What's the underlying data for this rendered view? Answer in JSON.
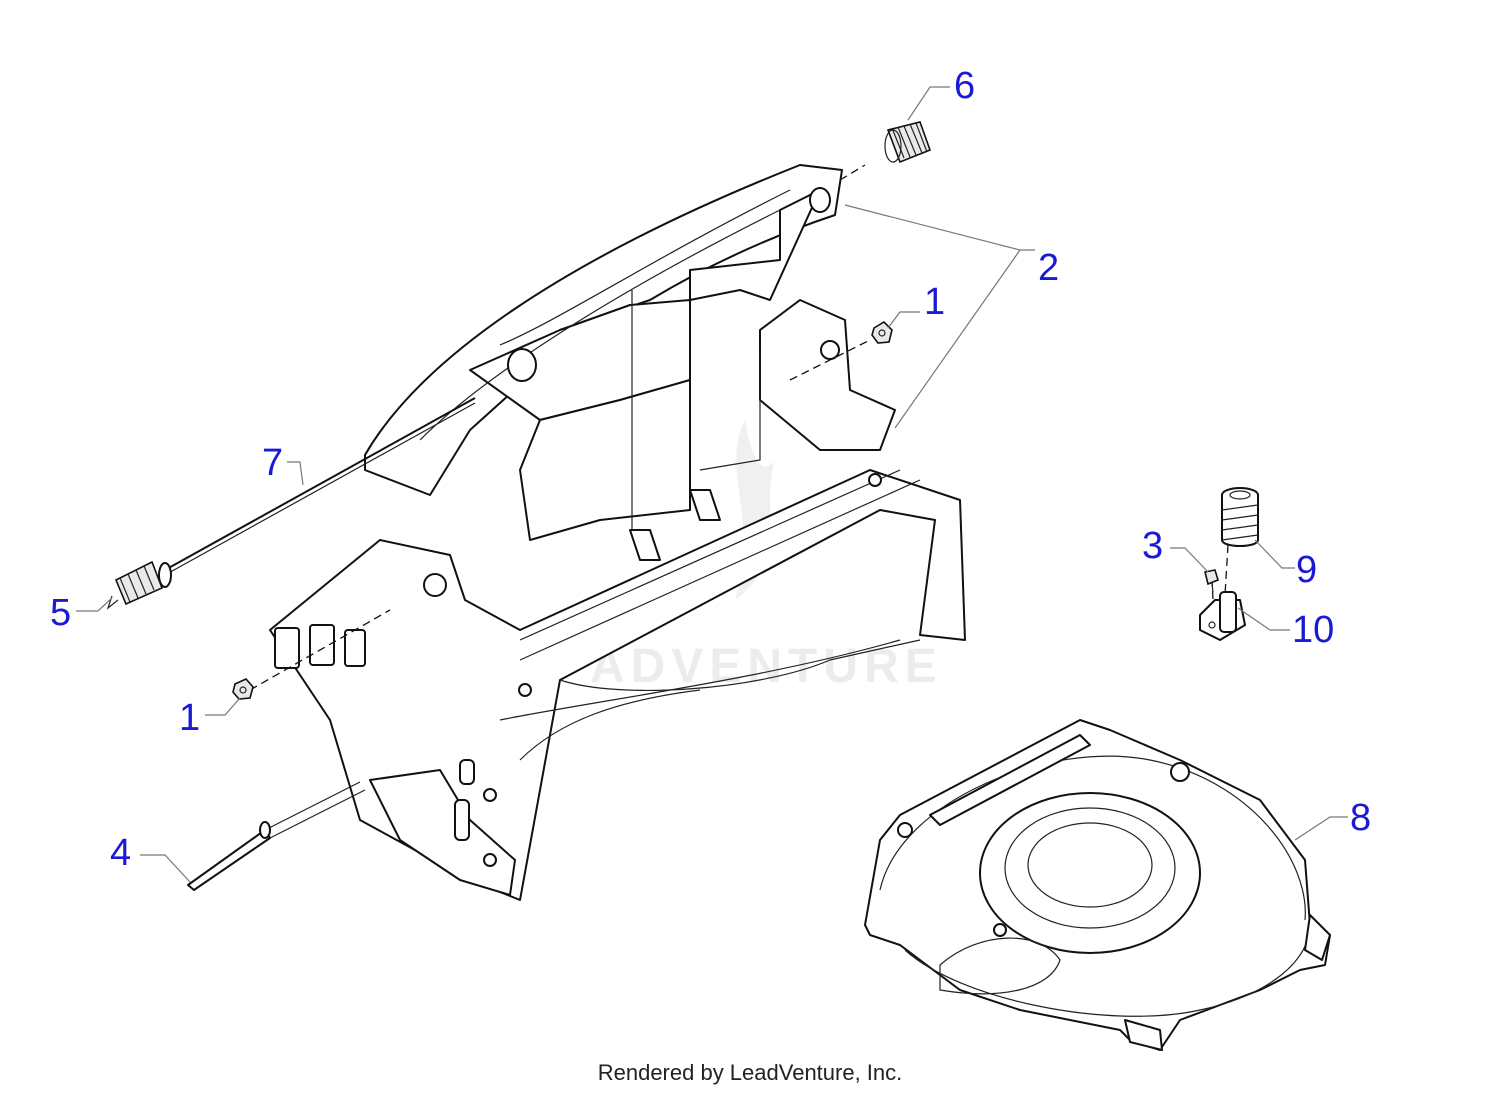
{
  "callouts": [
    {
      "label": "1"
    },
    {
      "label": "1"
    },
    {
      "label": "2"
    },
    {
      "label": "3"
    },
    {
      "label": "4"
    },
    {
      "label": "5"
    },
    {
      "label": "6"
    },
    {
      "label": "7"
    },
    {
      "label": "8"
    },
    {
      "label": "9"
    },
    {
      "label": "10"
    }
  ],
  "watermark": "ADVENTURE",
  "footer": "Rendered by LeadVenture, Inc.",
  "colors": {
    "callout": "#1a1ad6",
    "line": "#111111",
    "watermark": "#ececec"
  }
}
